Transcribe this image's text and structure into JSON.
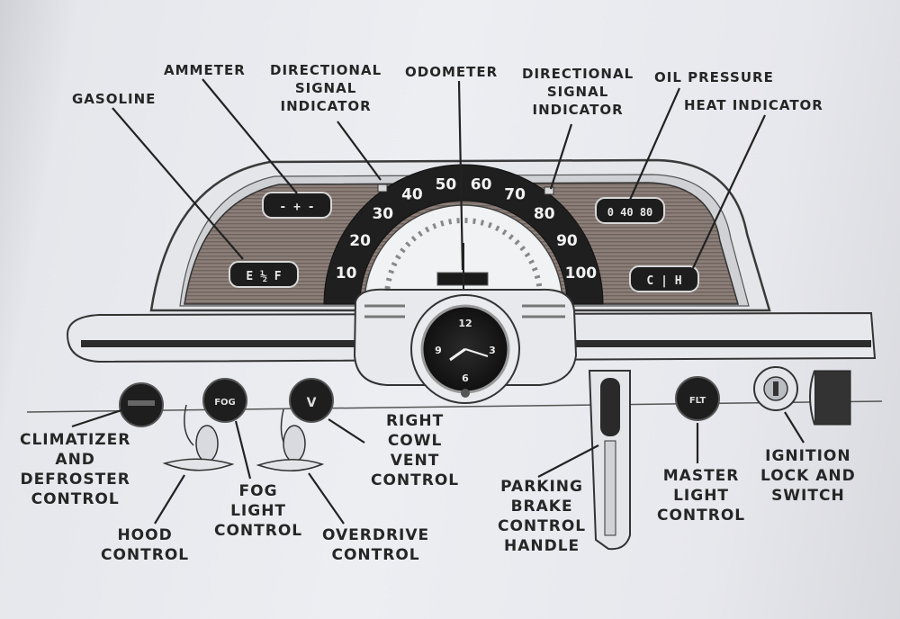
{
  "colors": {
    "paper": "#eceef2",
    "ink": "#262626",
    "panel": "#8a7c76",
    "chrome": "#dfe1e5"
  },
  "labels": {
    "gasoline": "GASOLINE",
    "ammeter": "AMMETER",
    "directional_left": "DIRECTIONAL\nSIGNAL\nINDICATOR",
    "odometer": "ODOMETER",
    "directional_right": "DIRECTIONAL\nSIGNAL\nINDICATOR",
    "oil_pressure": "OIL PRESSURE",
    "heat_indicator": "HEAT INDICATOR",
    "climatizer": "CLIMATIZER\nAND\nDEFROSTER\nCONTROL",
    "hood": "HOOD\nCONTROL",
    "fog": "FOG\nLIGHT\nCONTROL",
    "overdrive": "OVERDRIVE\nCONTROL",
    "cowl_vent": "RIGHT\nCOWL\nVENT\nCONTROL",
    "parking_brake": "PARKING\nBRAKE\nCONTROL\nHANDLE",
    "master_light": "MASTER\nLIGHT\nCONTROL",
    "ignition": "IGNITION\nLOCK AND\nSWITCH"
  },
  "speedometer_ticks": [
    "10",
    "20",
    "30",
    "40",
    "50",
    "60",
    "70",
    "80",
    "90",
    "100"
  ],
  "clock_numerals": [
    "12",
    "3",
    "6",
    "9"
  ],
  "knob_text": {
    "fog": "FOG",
    "cowl": "V",
    "master": "FLT"
  }
}
